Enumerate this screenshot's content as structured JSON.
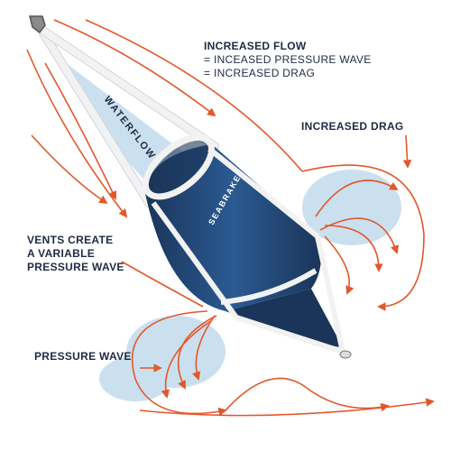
{
  "labels": {
    "increased_flow": {
      "title": "INCREASED FLOW",
      "line2": "= INCEASED PRESSURE WAVE",
      "line3": "= INCREASED DRAG"
    },
    "increased_drag": "INCREASED DRAG",
    "vents": {
      "line1": "VENTS CREATE",
      "line2": "A VARIABLE",
      "line3": "PRESSURE WAVE"
    },
    "pressure_wave": "PRESSURE WAVE",
    "waterflow": "WATERFLOW",
    "brand": "SEABRAKE"
  },
  "colors": {
    "arrow": "#e2582b",
    "cone": "#24497a",
    "cone_dark": "#1a3559",
    "strap": "#f2f2f2",
    "water": "#b9d6ea",
    "text": "#1f2a44"
  }
}
